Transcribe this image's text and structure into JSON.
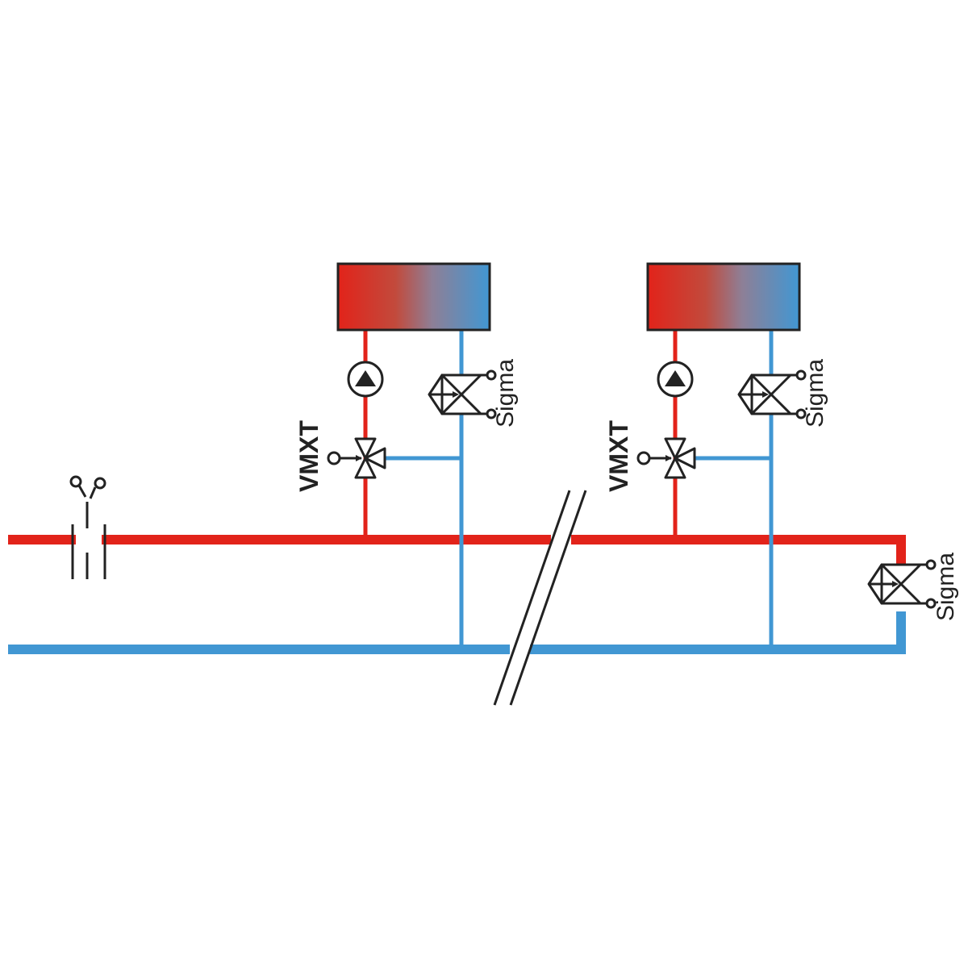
{
  "colors": {
    "supply": "#e2231a",
    "return": "#4197d3",
    "outline": "#222222",
    "background": "#ffffff"
  },
  "icons": {
    "pump": "circulation-pump-icon",
    "mixing_valve": "three-way-mixing-valve-icon",
    "balancing_valve": "balancing-valve-icon",
    "actuator": "valve-actuator-icon",
    "union": "pipe-union-icon",
    "break": "pipe-break-icon",
    "emitter": "heat-emitter-icon"
  },
  "circuits": [
    {
      "id": "circuit-1",
      "mixing_valve_label": "VMXT",
      "balancing_valve_label": "Sigma"
    },
    {
      "id": "circuit-2",
      "mixing_valve_label": "VMXT",
      "balancing_valve_label": "Sigma"
    }
  ],
  "end_valve": {
    "label": "Sigma"
  }
}
